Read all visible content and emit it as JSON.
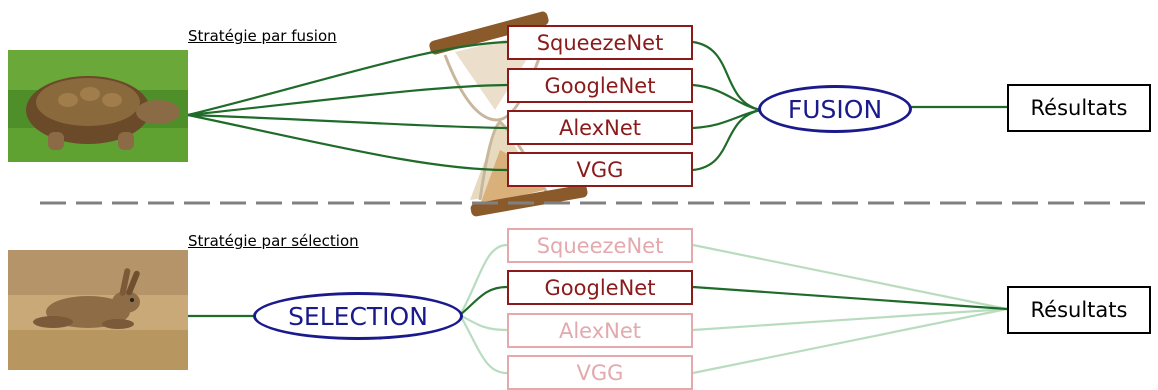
{
  "fusion": {
    "title": "Stratégie par fusion",
    "models": [
      "SqueezeNet",
      "GoogleNet",
      "AlexNet",
      "VGG"
    ],
    "combiner": "FUSION",
    "result": "Résultats"
  },
  "selection": {
    "title": "Stratégie par sélection",
    "selector": "SELECTION",
    "models": [
      "SqueezeNet",
      "GoogleNet",
      "AlexNet",
      "VGG"
    ],
    "selected_model": "GoogleNet",
    "result": "Résultats"
  },
  "colors": {
    "edge": "#1f6b2a",
    "edge_faded": "#b9dcc0",
    "model_border": "#8b1a1a",
    "model_faded": "#e3a9ad",
    "combiner": "#1a1a8c",
    "separator": "#808080"
  },
  "icons": {
    "fusion_image": "tortoise-photo",
    "selection_image": "hare-photo",
    "timer": "hourglass-icon"
  }
}
